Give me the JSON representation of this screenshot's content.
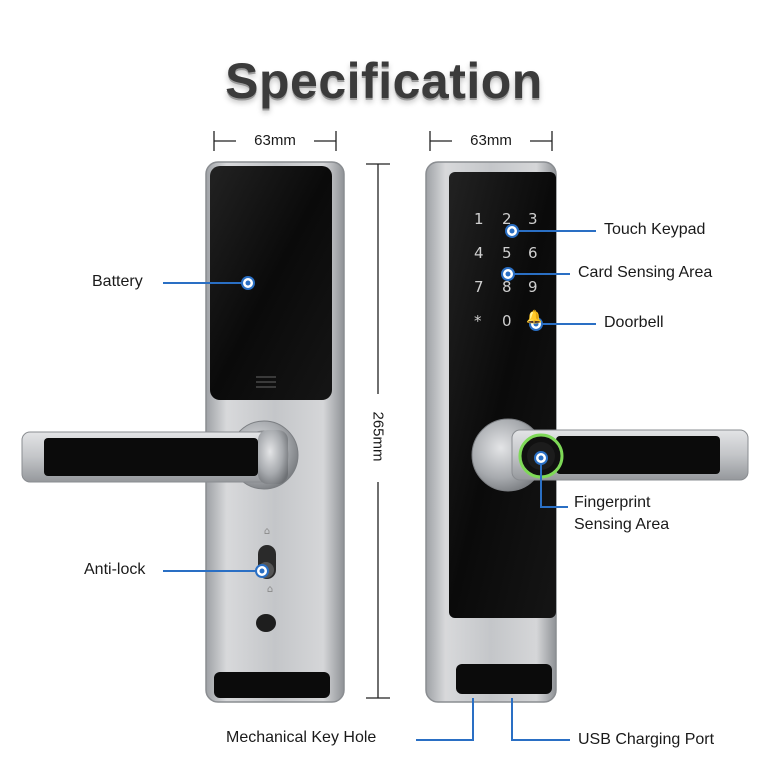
{
  "title": "Specification",
  "dimensions": {
    "left_width": "63mm",
    "right_width": "63mm",
    "height": "265mm"
  },
  "callouts": {
    "battery": "Battery",
    "anti_lock": "Anti-lock",
    "touch_keypad": "Touch Keypad",
    "card_sensing": "Card Sensing Area",
    "doorbell": "Doorbell",
    "fingerprint_line1": "Fingerprint",
    "fingerprint_line2": "Sensing Area",
    "key_hole": "Mechanical Key Hole",
    "usb_port": "USB Charging Port"
  },
  "keypad": {
    "keys": [
      "1",
      "2",
      "3",
      "4",
      "5",
      "6",
      "7",
      "8",
      "9",
      "*",
      "0",
      "🔔"
    ]
  },
  "colors": {
    "callout_blue": "#2a6fc4",
    "panel_black": "#0c0c0c",
    "lock_silver": "#c9cbcd",
    "fingerprint_green": "#7ed957"
  }
}
